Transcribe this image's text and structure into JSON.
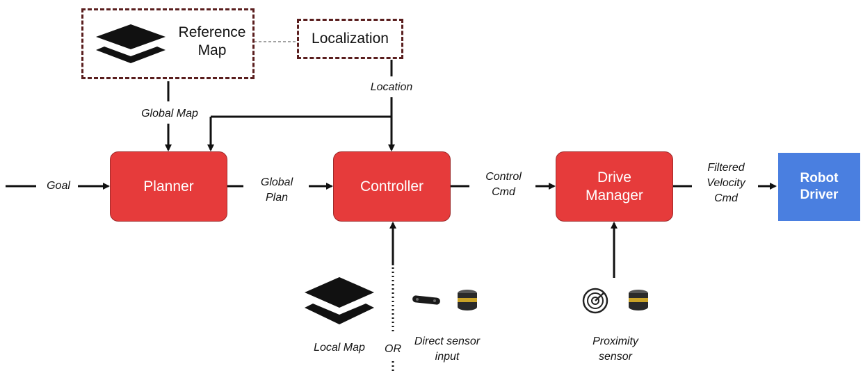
{
  "nodes": {
    "reference_map": "Reference\nMap",
    "localization": "Localization",
    "planner": "Planner",
    "controller": "Controller",
    "drive_manager": "Drive\nManager",
    "robot_driver": "Robot\nDriver"
  },
  "labels": {
    "goal": "Goal",
    "global_map": "Global Map",
    "location": "Location",
    "global_plan": "Global\nPlan",
    "control_cmd": "Control\nCmd",
    "filtered_velocity_cmd": "Filtered\nVelocity\nCmd",
    "local_map": "Local Map",
    "or": "OR",
    "direct_sensor_input": "Direct sensor\ninput",
    "proximity_sensor": "Proximity\nsensor"
  },
  "colors": {
    "block": "#e63b3b",
    "driver": "#4a7fe0",
    "dashed_border": "#5a1e1e",
    "line": "#111111"
  },
  "icons": [
    "map-layers-icon",
    "depth-camera-icon",
    "lidar-icon",
    "radar-icon"
  ]
}
